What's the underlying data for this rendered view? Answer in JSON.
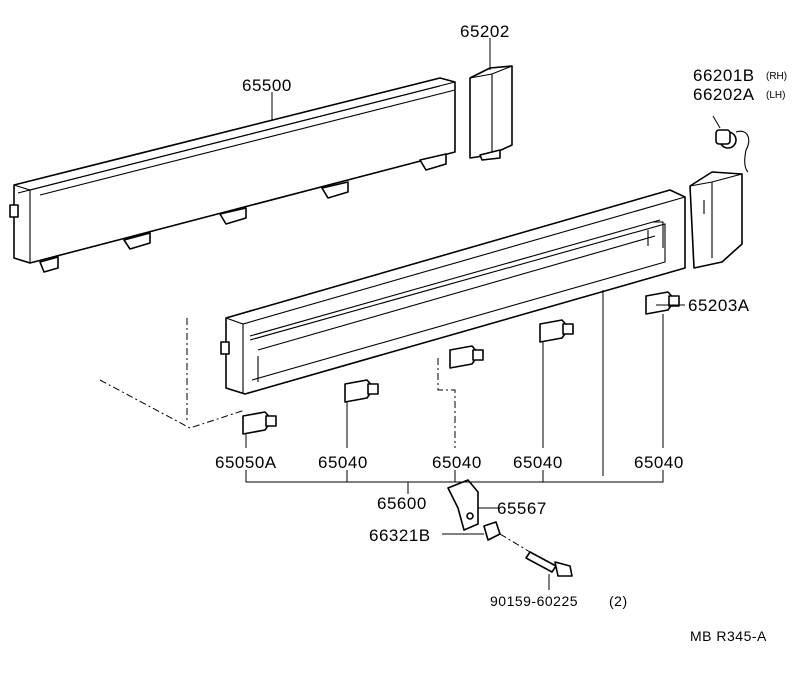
{
  "labels": {
    "p65202": "65202",
    "p65500": "65500",
    "p66201b": "66201B",
    "p66201b_side": "(RH)",
    "p66202a": "66202A",
    "p66202a_side": "(LH)",
    "p65203a": "65203A",
    "p65050a": "65050A",
    "p65040_1": "65040",
    "p65040_2": "65040",
    "p65040_3": "65040",
    "p65040_4": "65040",
    "p65600": "65600",
    "p65567": "65567",
    "p66321b": "66321B",
    "p90159": "90159-60225",
    "p90159_qty": "(2)"
  },
  "diagram_code": "MB R345-A"
}
